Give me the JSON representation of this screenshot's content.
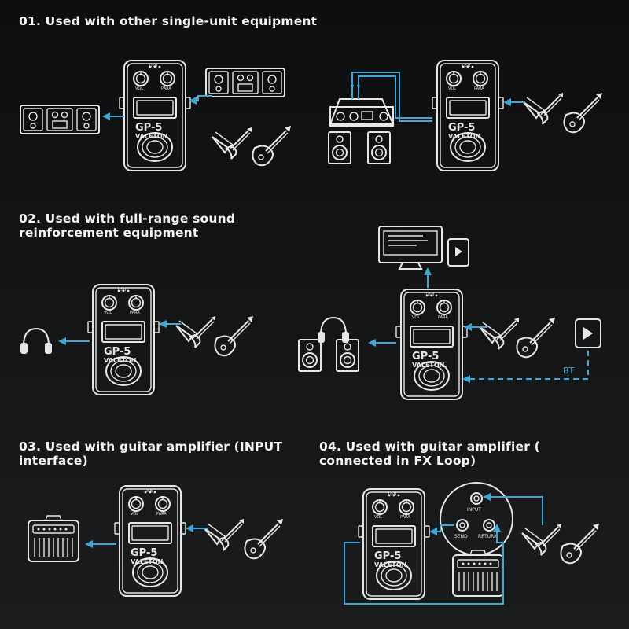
{
  "sections": [
    {
      "id": "s1",
      "title": "01. Used with other single-unit equipment"
    },
    {
      "id": "s2",
      "title": "02. Used with full-range sound reinforcement equipment"
    },
    {
      "id": "s3",
      "title": "03. Used with guitar amplifier (INPUT interface)"
    },
    {
      "id": "s4",
      "title": "04. Used with guitar amplifier ( connected in FX Loop)"
    }
  ],
  "pedal": {
    "model": "GP-5",
    "brand": "VALETON",
    "knob_left": "VOL",
    "knob_right": "PARA",
    "top_label": "USB"
  },
  "fx_loop": {
    "input": "INPUT",
    "send": "SEND",
    "return": "RETURN"
  },
  "bluetooth_label": "BT",
  "colors": {
    "accent": "#3fa6d6",
    "line": "#e6e6e6",
    "background": "#111213"
  },
  "icons": [
    "pedal",
    "guitar-v",
    "guitar-strat",
    "speaker",
    "headphones",
    "audio-interface",
    "monitor",
    "tablet",
    "phone",
    "amplifier",
    "stomp-chain"
  ]
}
